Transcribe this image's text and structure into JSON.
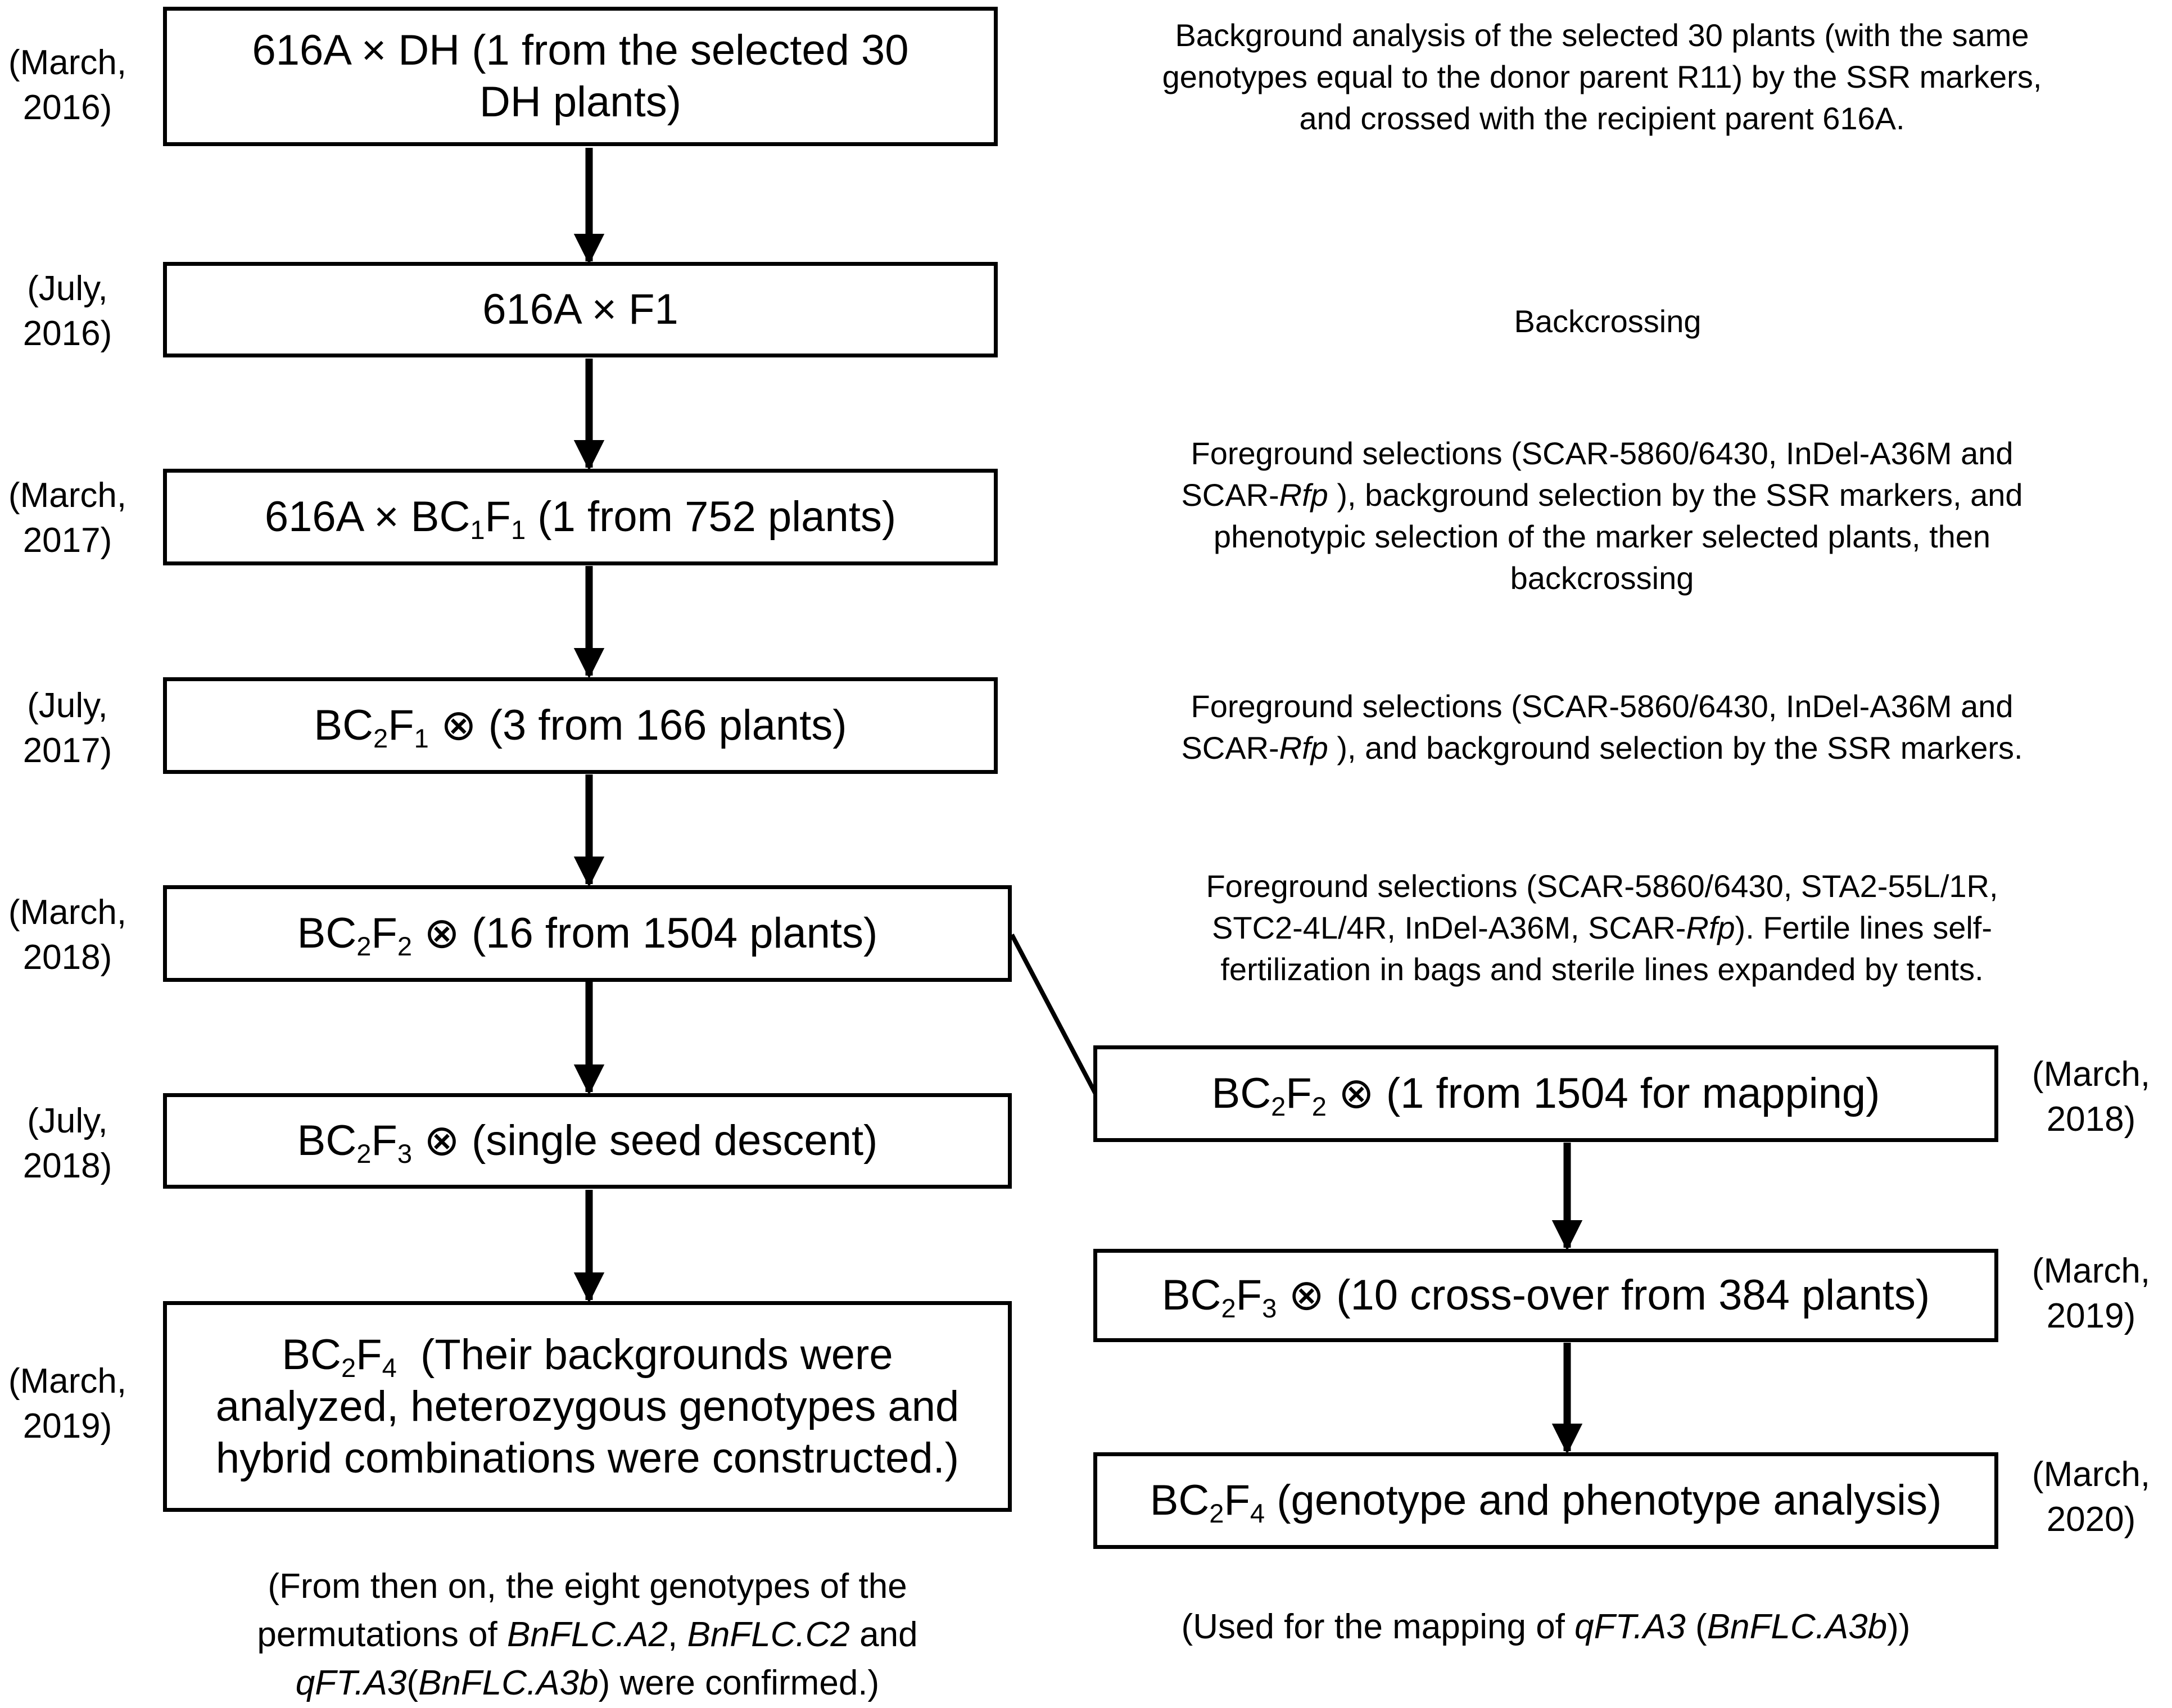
{
  "boxes": {
    "b1": {
      "pre": "616A × DH (1 from the selected 30",
      "post": "DH plants)"
    },
    "b2": {
      "text": "616A × F1"
    },
    "b3": {
      "pre": "616A × BC",
      "s1": "1",
      "mid": "F",
      "s2": "1",
      "post": " (1 from 752 plants)"
    },
    "b4": {
      "pre": "BC",
      "s1": "2",
      "mid": "F",
      "s2": "1",
      "post": " ⊗ (3 from 166 plants)"
    },
    "b5": {
      "pre": "BC",
      "s1": "2",
      "mid": "F",
      "s2": "2",
      "post": " ⊗ (16 from 1504 plants)"
    },
    "b6": {
      "pre": "BC",
      "s1": "2",
      "mid": "F",
      "s2": "3",
      "post": " ⊗ (single seed descent)"
    },
    "b7": {
      "pre": "BC",
      "s1": "2",
      "mid": "F",
      "s2": "4",
      "l1post": "  (Their backgrounds were",
      "l2": "analyzed, heterozygous genotypes and",
      "l3": "hybrid combinations were constructed.)"
    },
    "r1": {
      "pre": "BC",
      "s1": "2",
      "mid": "F",
      "s2": "2",
      "post": " ⊗ (1 from 1504 for mapping)"
    },
    "r2": {
      "pre": "BC",
      "s1": "2",
      "mid": "F",
      "s2": "3",
      "post": " ⊗ (10 cross-over from 384 plants)"
    },
    "r3": {
      "pre": "BC",
      "s1": "2",
      "mid": "F",
      "s2": "4",
      "post": " (genotype and phenotype analysis)"
    }
  },
  "dates": {
    "d1": {
      "a": "(March,",
      "b": "2016)"
    },
    "d2": {
      "a": "(July,",
      "b": "2016)"
    },
    "d3": {
      "a": "(March,",
      "b": "2017)"
    },
    "d4": {
      "a": "(July,",
      "b": "2017)"
    },
    "d5": {
      "a": "(March,",
      "b": "2018)"
    },
    "d6": {
      "a": "(July,",
      "b": "2018)"
    },
    "d7": {
      "a": "(March,",
      "b": "2019)"
    },
    "r1": {
      "a": "(March,",
      "b": "2018)"
    },
    "r2": {
      "a": "(March,",
      "b": "2019)"
    },
    "r3": {
      "a": "(March,",
      "b": "2020)"
    }
  },
  "notes": {
    "n1": [
      "Background analysis of the selected 30 plants (with the same",
      "genotypes equal to the donor parent R11) by the SSR markers,",
      "and crossed with the recipient parent 616A."
    ],
    "n2": "Backcrossing",
    "n3": {
      "l1": "Foreground selections (SCAR-5860/6430, InDel-A36M and",
      "l2a": "SCAR-",
      "l2i": "Rfp",
      "l2b": " ), background selection by the SSR markers, and",
      "l3": "phenotypic selection of the marker selected plants, then",
      "l4": "backcrossing"
    },
    "n4": {
      "l1": "Foreground selections (SCAR-5860/6430, InDel-A36M and",
      "l2a": "SCAR-",
      "l2i": "Rfp",
      "l2b": " ), and background selection by the SSR markers."
    },
    "n5": {
      "l1": "Foreground selections (SCAR-5860/6430, STA2-55L/1R,",
      "l2a": "STC2-4L/4R, InDel-A36M, SCAR-",
      "l2i": "Rfp",
      "l2b": "). Fertile lines self-",
      "l3": "fertilization in bags and sterile lines expanded by tents."
    }
  },
  "captions": {
    "left": {
      "l1": "(From then on, the eight genotypes of the",
      "l2a": "permutations of ",
      "l2i1": "BnFLC.A2",
      "l2b": ", ",
      "l2i2": "BnFLC.C2",
      "l2c": " and",
      "l3i1": "qFT.A3",
      "l3a": "(",
      "l3i2": "BnFLC.A3b",
      "l3b": ") were confirmed.)"
    },
    "right": {
      "a": "(Used for the mapping of ",
      "i1": "qFT.A3",
      "b": " (",
      "i2": "BnFLC.A3b",
      "c": "))"
    }
  }
}
